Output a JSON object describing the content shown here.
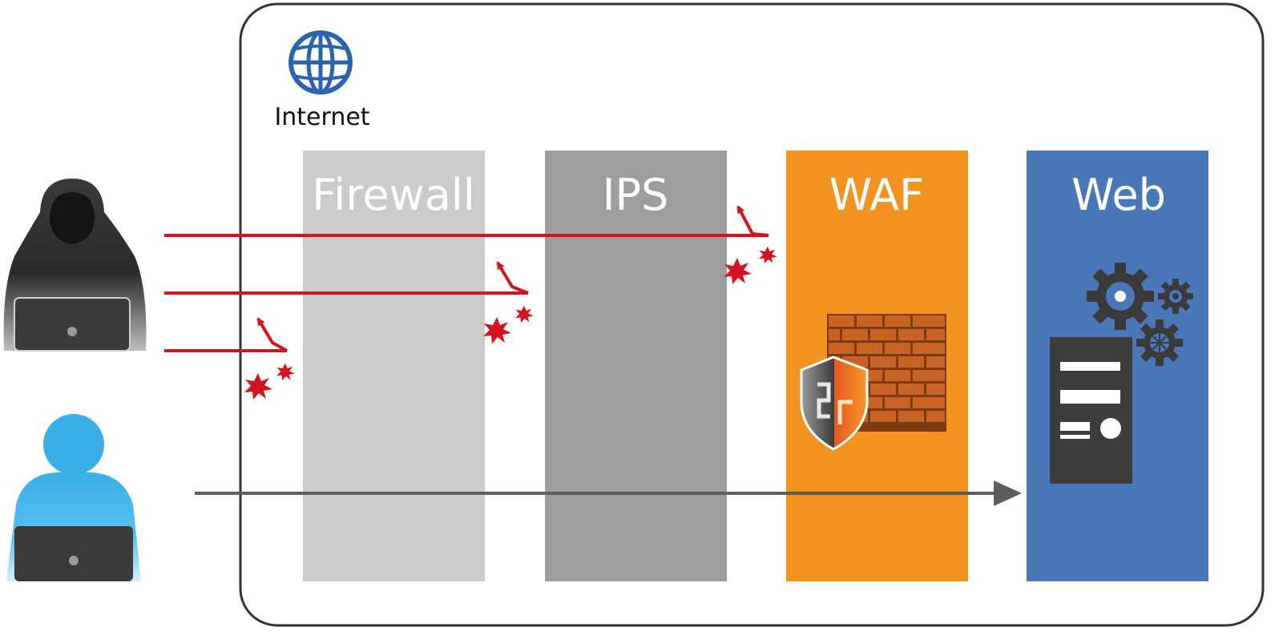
{
  "internet": {
    "label": "Internet"
  },
  "layers": [
    {
      "label": "Firewall",
      "color": "#cbcbcb"
    },
    {
      "label": "IPS",
      "color": "#9d9d9d"
    },
    {
      "label": "WAF",
      "color": "#f2921f"
    },
    {
      "label": "Web",
      "color": "#4a77b8"
    }
  ],
  "colors": {
    "attack_line": "#d3141f",
    "legit_line": "#5d5d5d",
    "attacker": "#3e3e3e",
    "user": "#43b6ea",
    "border": "#333333",
    "globe": "#2a63b0"
  },
  "icons": [
    "globe-icon",
    "attacker-icon",
    "user-icon",
    "brick-wall-icon",
    "shield-icon",
    "gear-icon",
    "server-icon",
    "explosion-icon"
  ]
}
